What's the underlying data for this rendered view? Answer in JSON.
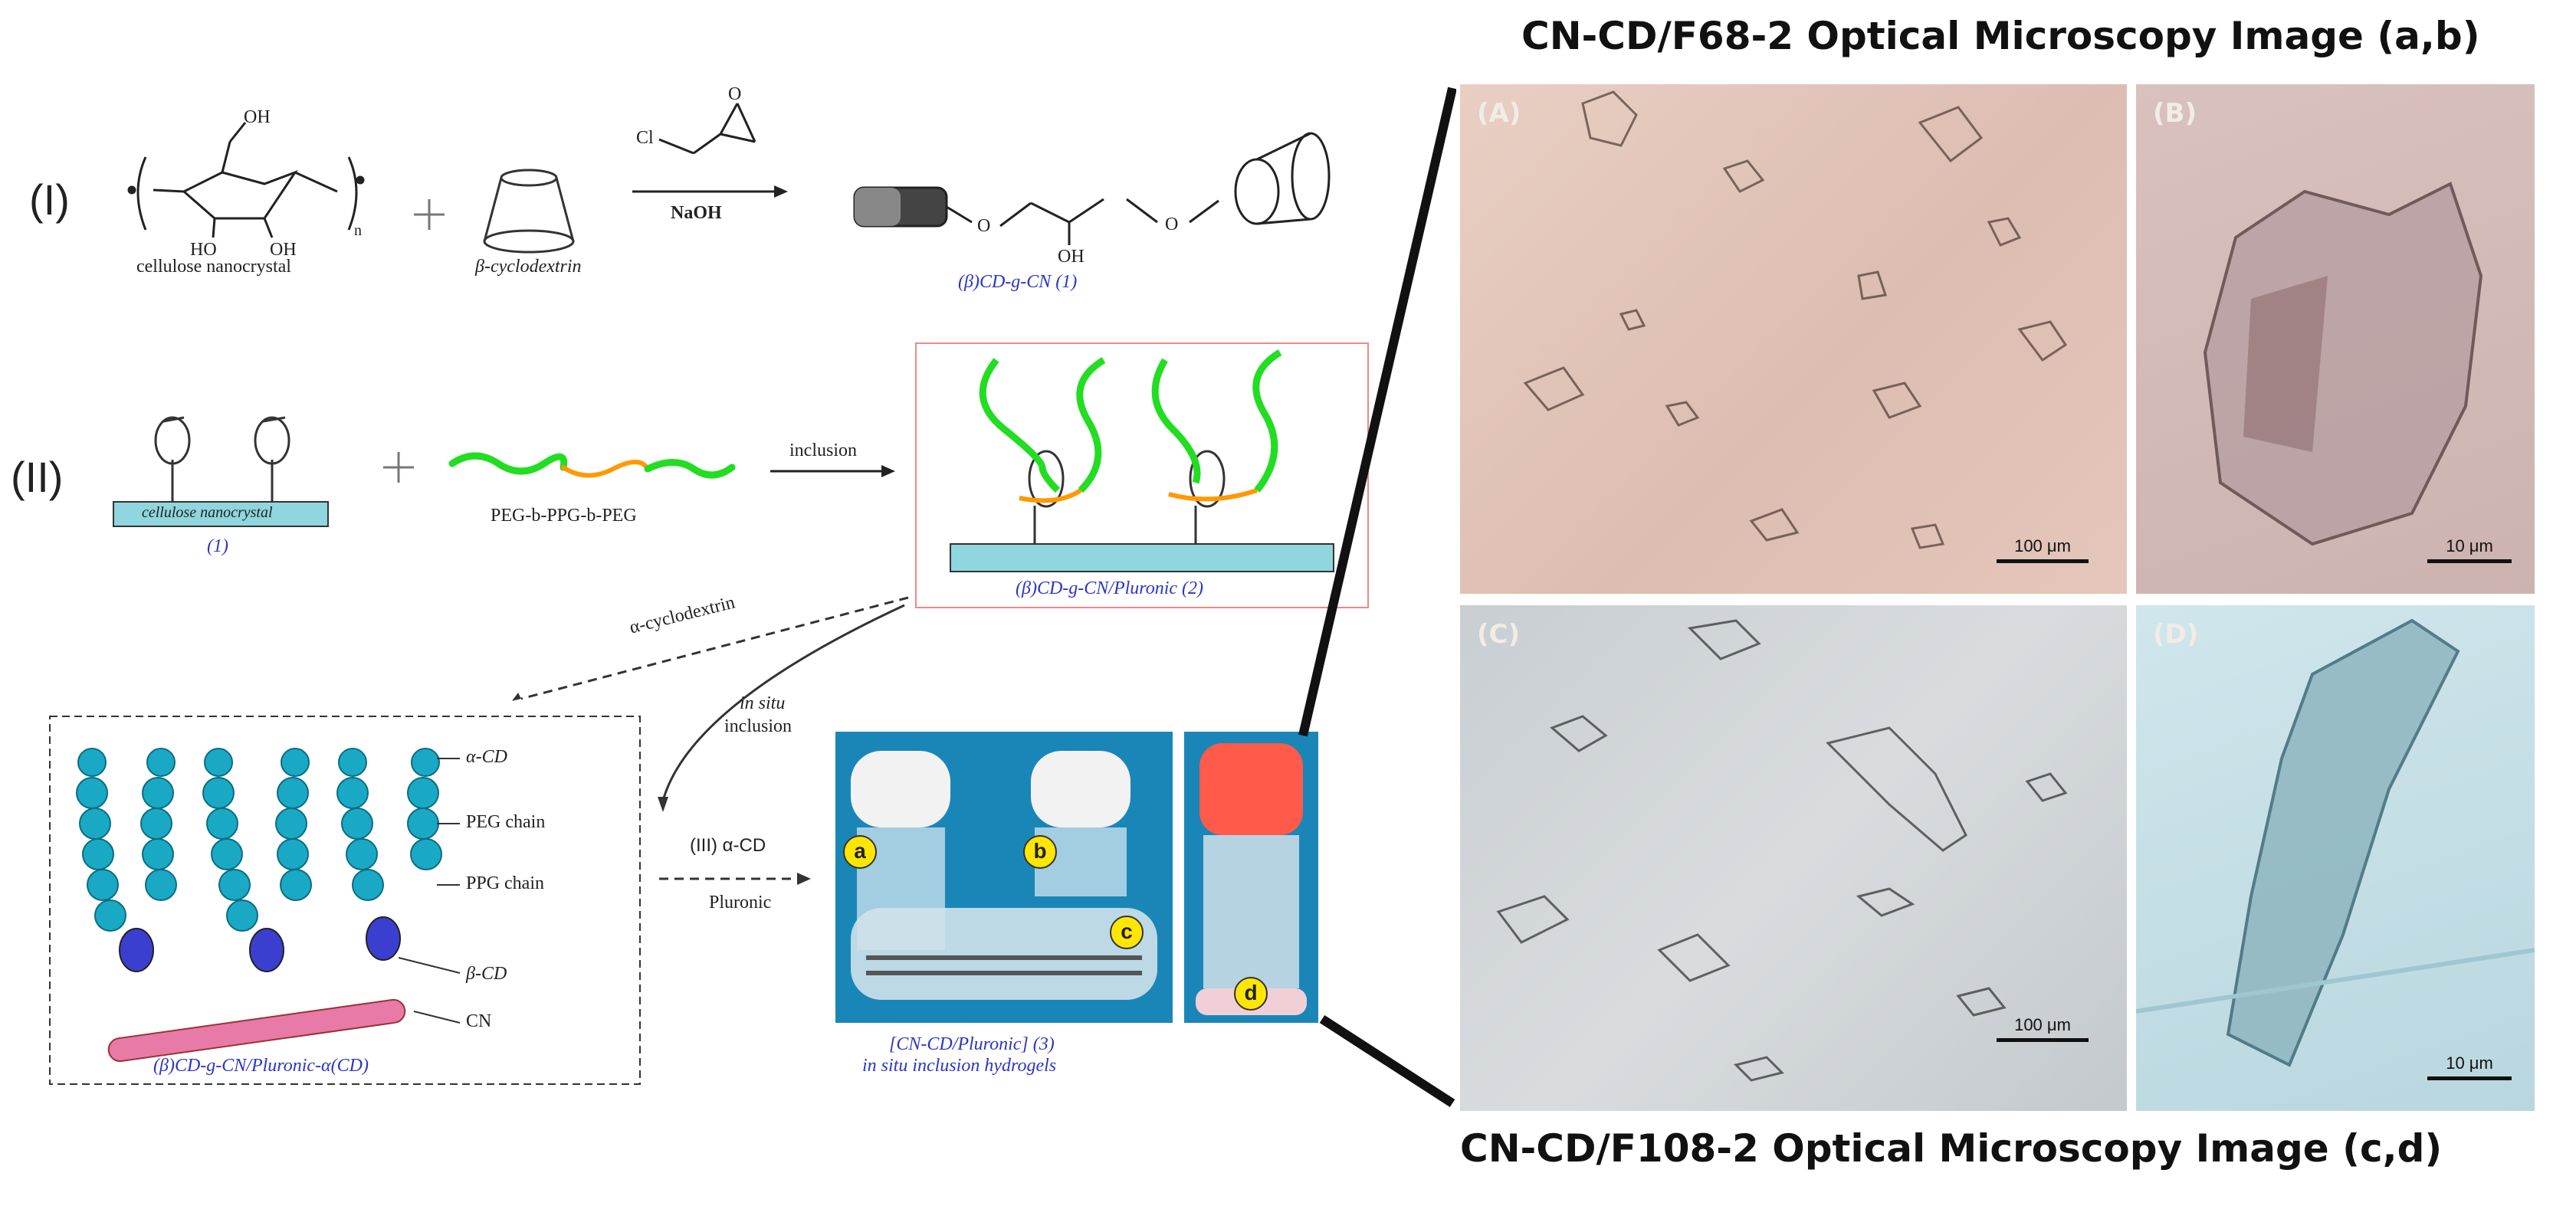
{
  "rows": {
    "r1": "(I)",
    "r2": "(II)"
  },
  "step1": {
    "reactant1": "cellulose nanocrystal",
    "subscript_n": "n",
    "oh_top": "OH",
    "ho_left": "HO",
    "oh_right": "OH",
    "reactant2": "β-cyclodextrin",
    "reagent_cl": "Cl",
    "reagent_o": "O",
    "condition": "NaOH",
    "product_o1": "O",
    "product_o2": "O",
    "product_oh": "OH",
    "product": "(β)CD-g-CN (1)"
  },
  "step2": {
    "cn_label": "cellulose nanocrystal",
    "cn_num": "(1)",
    "polymer": "PEG-b-PPG-b-PEG",
    "arrow": "inclusion",
    "product": "(β)CD-g-CN/Pluronic (2)"
  },
  "step3": {
    "alpha_cd": "α-cyclodextrin",
    "insitu_1": "in situ",
    "insitu_2": "inclusion",
    "step_label": "(III) α-CD",
    "pluronic": "Pluronic",
    "final": "(β)CD-g-CN/Pluronic-α(CD)",
    "legend": [
      "α-CD",
      "PEG chain",
      "PPG chain",
      "β-CD",
      "CN"
    ],
    "hydrogel_1": "[CN-CD/Pluronic] (3)",
    "hydrogel_2": "in situ inclusion hydrogels",
    "vials": [
      "a",
      "b",
      "c",
      "d"
    ]
  },
  "micro": {
    "title_top": "CN-CD/F68-2 Optical Microscopy Image (a,b)",
    "title_bottom": "CN-CD/F108-2 Optical Microscopy Image (c,d)",
    "panels": [
      {
        "label": "(A)",
        "scale": "100 μm"
      },
      {
        "label": "(B)",
        "scale": "10 μm"
      },
      {
        "label": "(C)",
        "scale": "100 μm"
      },
      {
        "label": "(D)",
        "scale": "10 μm"
      }
    ]
  },
  "colors": {
    "peg": "#22dd22",
    "ppg": "#ff9900",
    "cn_bar": "#8fd6de",
    "label_blue": "#2a35c8",
    "alpha_cd": "#1aa9c4",
    "beta_cd": "#3b3fd0",
    "cn_rod": "#e87aa8"
  }
}
